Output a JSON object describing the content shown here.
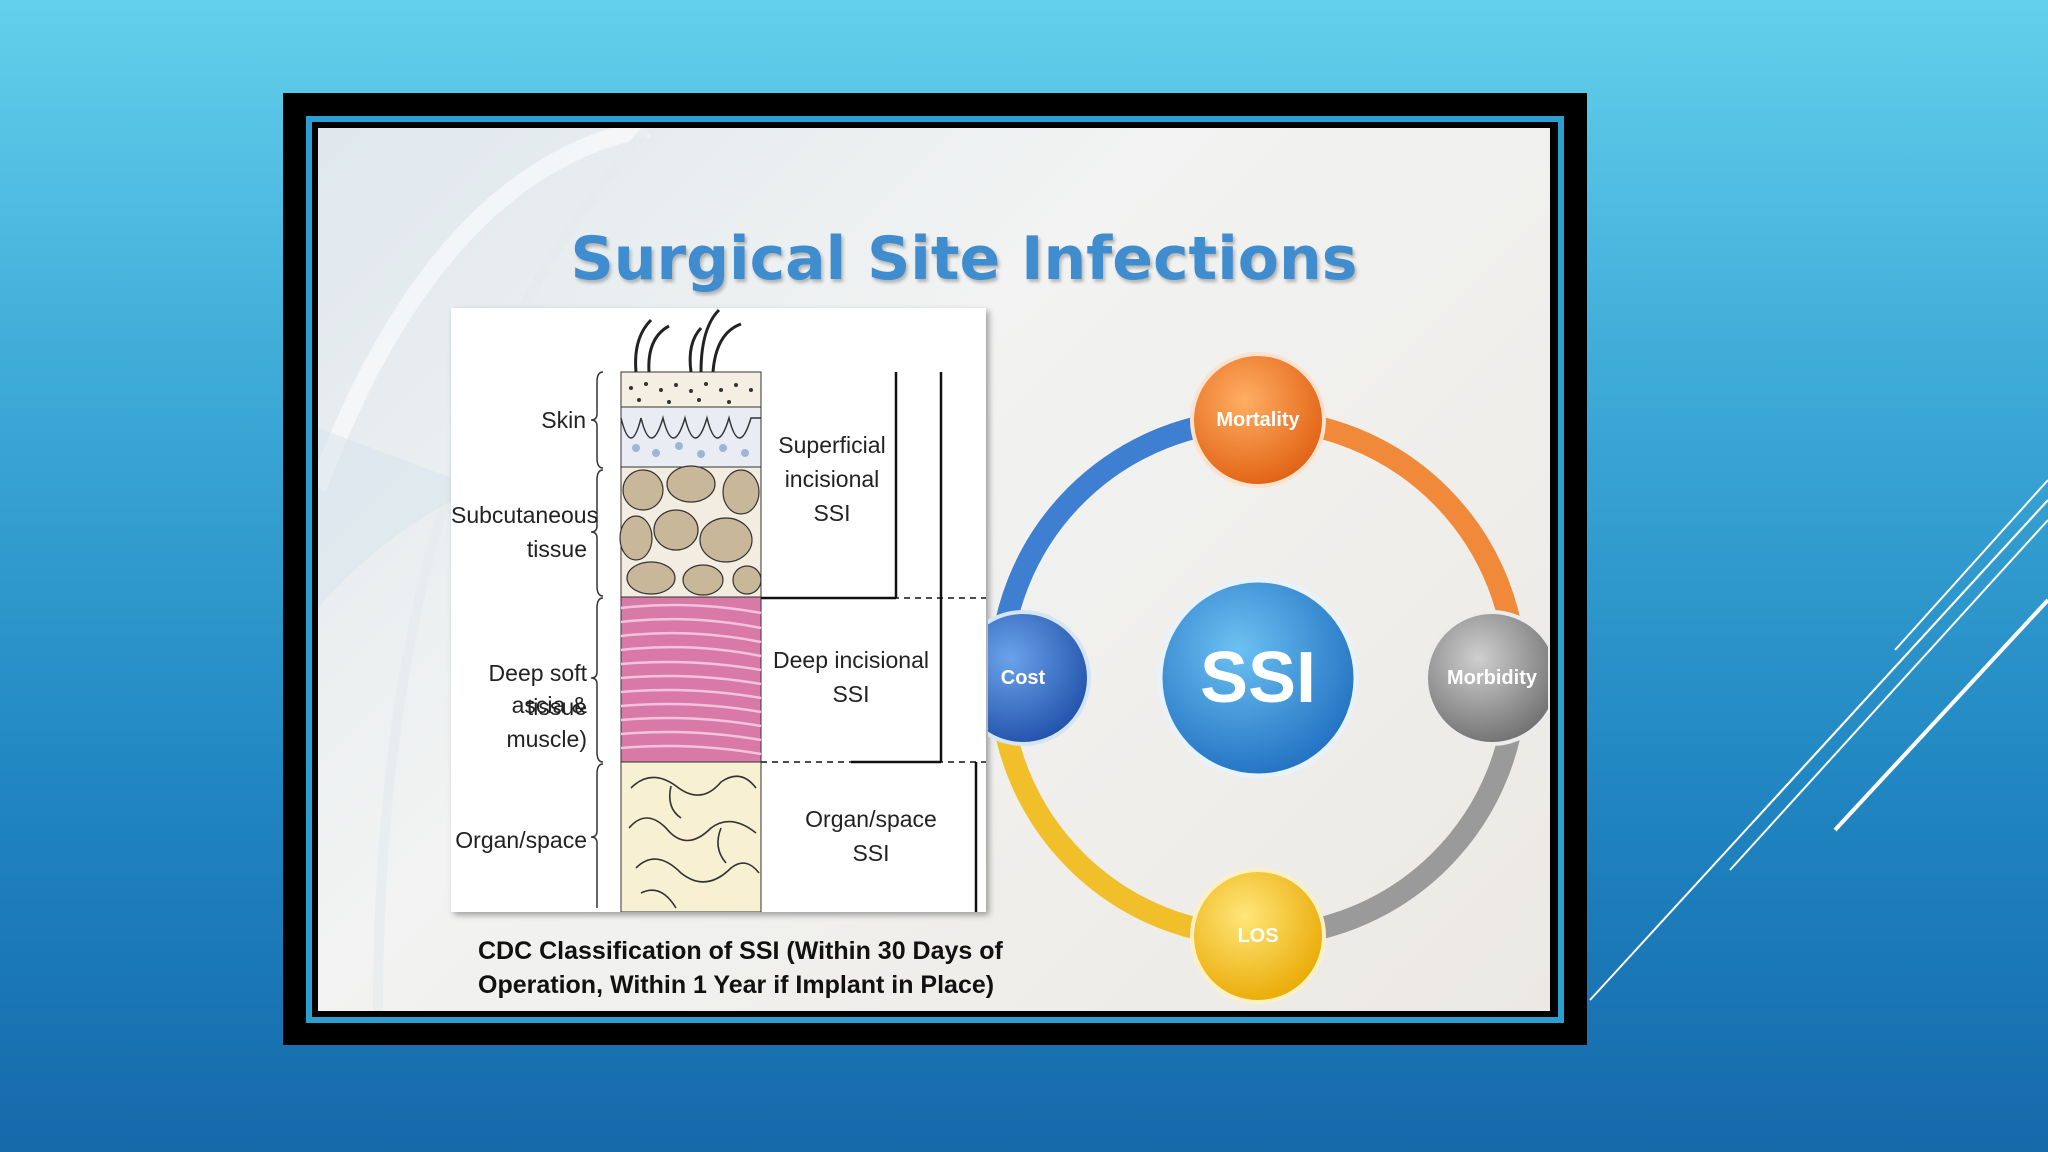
{
  "slide": {
    "title": "Surgical Site Infections",
    "caption_line1": "CDC Classification of SSI (Within 30 Days of",
    "caption_line2": "Operation, Within 1 Year if Implant in Place)"
  },
  "layers": {
    "skin": "Skin",
    "subcutaneous_line1": "Subcutaneous",
    "subcutaneous_line2": "tissue",
    "deep_line1": "Deep soft tissue",
    "deep_line2": "ascia & muscle)",
    "organ": "Organ/space"
  },
  "classification": {
    "superficial_line1": "Superficial",
    "superficial_line2": "incisional",
    "superficial_line3": "SSI",
    "deep_line1": "Deep incisional",
    "deep_line2": "SSI",
    "organ_line1": "Organ/space",
    "organ_line2": "SSI"
  },
  "cycle": {
    "center": "SSI",
    "nodes": {
      "top": "Mortality",
      "right": "Morbidity",
      "bottom": "LOS",
      "left": "Cost"
    },
    "colors": {
      "center": "#2f8ed8",
      "mortality": "#f07a23",
      "morbidity": "#8c8c8c",
      "los": "#f5c518",
      "cost": "#2f6fc7"
    }
  }
}
